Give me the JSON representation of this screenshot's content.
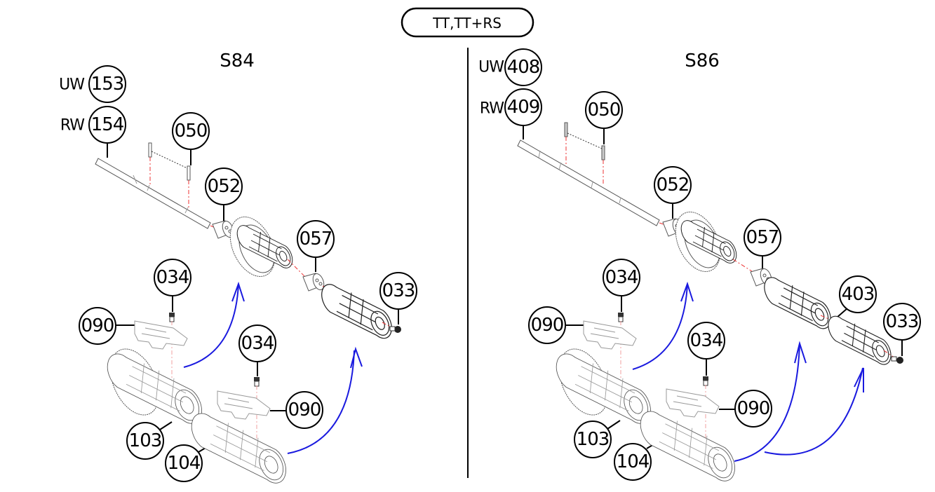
{
  "header": {
    "variant_badge": "TT,TT+RS"
  },
  "panels": [
    {
      "id": "s84",
      "title": "S84",
      "shaft_labels": [
        {
          "prefix": "UW",
          "part": "153"
        },
        {
          "prefix": "RW",
          "part": "154"
        }
      ],
      "callouts": {
        "pin": "050",
        "collar_a": "052",
        "collar_b": "057",
        "screw_end": "033",
        "screw_top_a": "034",
        "screw_top_b": "034",
        "plate_a": "090",
        "plate_b": "090",
        "spool_gear": "103",
        "spool": "104"
      }
    },
    {
      "id": "s86",
      "title": "S86",
      "shaft_labels": [
        {
          "prefix": "UW",
          "part": "408"
        },
        {
          "prefix": "RW",
          "part": "409"
        }
      ],
      "callouts": {
        "pin": "050",
        "collar_a": "052",
        "collar_b": "057",
        "washer": "403",
        "screw_end": "033",
        "screw_top_a": "034",
        "screw_top_b": "034",
        "plate_a": "090",
        "plate_b": "090",
        "spool_gear": "103",
        "spool": "104"
      }
    }
  ],
  "colors": {
    "arrow": "#1a1adf",
    "axis_line": "#e33333",
    "ink": "#000000"
  }
}
